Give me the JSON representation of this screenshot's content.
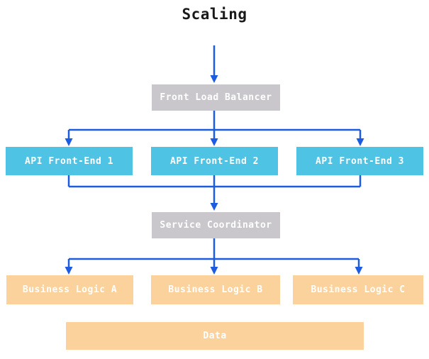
{
  "title": "Scaling",
  "colors": {
    "background": "#ffffff",
    "arrow": "#1d5be0",
    "gray_node": "#cac7cc",
    "blue_node": "#4fc3e4",
    "orange_node": "#fcd29c",
    "node_text": "#ffffff",
    "title_text": "#1a1a1a"
  },
  "nodes": {
    "front_load_balancer": "Front Load Balancer",
    "api_front_ends": [
      "API Front-End 1",
      "API Front-End 2",
      "API Front-End 3"
    ],
    "service_coordinator": "Service Coordinator",
    "business_logic": [
      "Business Logic A",
      "Business Logic B",
      "Business Logic C"
    ],
    "data": "Data"
  },
  "edges": [
    {
      "from": "entry",
      "to": "Front Load Balancer"
    },
    {
      "from": "Front Load Balancer",
      "to": "API Front-End 1"
    },
    {
      "from": "Front Load Balancer",
      "to": "API Front-End 2"
    },
    {
      "from": "Front Load Balancer",
      "to": "API Front-End 3"
    },
    {
      "from": "API Front-End 1",
      "to": "Service Coordinator"
    },
    {
      "from": "API Front-End 2",
      "to": "Service Coordinator"
    },
    {
      "from": "API Front-End 3",
      "to": "Service Coordinator"
    },
    {
      "from": "Service Coordinator",
      "to": "Business Logic A"
    },
    {
      "from": "Service Coordinator",
      "to": "Business Logic B"
    },
    {
      "from": "Service Coordinator",
      "to": "Business Logic C"
    }
  ]
}
